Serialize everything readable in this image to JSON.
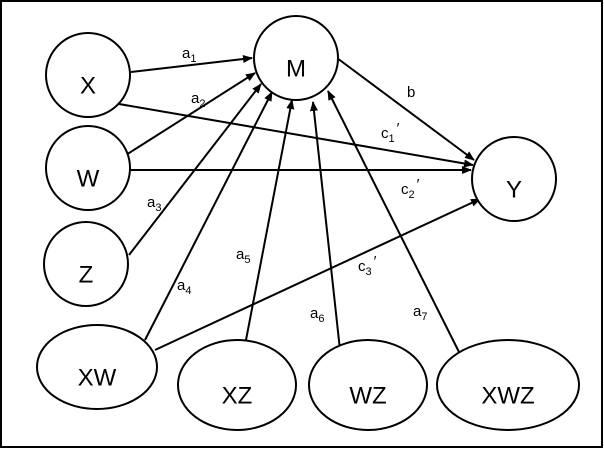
{
  "diagram": {
    "nodes": {
      "X": {
        "label": "X"
      },
      "W": {
        "label": "W"
      },
      "Z": {
        "label": "Z"
      },
      "XW": {
        "label": "XW"
      },
      "XZ": {
        "label": "XZ"
      },
      "WZ": {
        "label": "WZ"
      },
      "XWZ": {
        "label": "XWZ"
      },
      "M": {
        "label": "M"
      },
      "Y": {
        "label": "Y"
      }
    },
    "edges": [
      {
        "from": "X",
        "to": "M",
        "label": {
          "base": "a",
          "sub": "1",
          "prime": ""
        }
      },
      {
        "from": "W",
        "to": "M",
        "label": {
          "base": "a",
          "sub": "2",
          "prime": ""
        }
      },
      {
        "from": "Z",
        "to": "M",
        "label": {
          "base": "a",
          "sub": "3",
          "prime": ""
        }
      },
      {
        "from": "XW",
        "to": "M",
        "label": {
          "base": "a",
          "sub": "4",
          "prime": ""
        }
      },
      {
        "from": "XZ",
        "to": "M",
        "label": {
          "base": "a",
          "sub": "5",
          "prime": ""
        }
      },
      {
        "from": "WZ",
        "to": "M",
        "label": {
          "base": "a",
          "sub": "6",
          "prime": ""
        }
      },
      {
        "from": "XWZ",
        "to": "M",
        "label": {
          "base": "a",
          "sub": "7",
          "prime": ""
        }
      },
      {
        "from": "M",
        "to": "Y",
        "label": {
          "base": "b",
          "sub": "",
          "prime": ""
        }
      },
      {
        "from": "X",
        "to": "Y",
        "label": {
          "base": "c",
          "sub": "1",
          "prime": "′"
        }
      },
      {
        "from": "W",
        "to": "Y",
        "label": {
          "base": "c",
          "sub": "2",
          "prime": "′"
        }
      },
      {
        "from": "XW",
        "to": "Y",
        "label": {
          "base": "c",
          "sub": "3",
          "prime": "′"
        }
      }
    ]
  }
}
